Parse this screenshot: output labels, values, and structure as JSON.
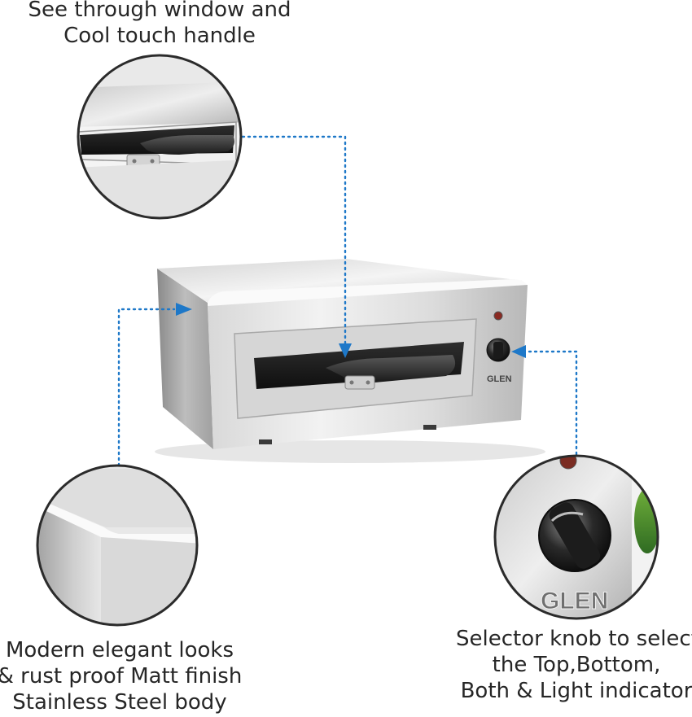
{
  "captions": {
    "window": [
      "See through window and",
      "Cool touch handle"
    ],
    "body": [
      "Modern elegant looks",
      "& rust proof Matt finish",
      "Stainless Steel body"
    ],
    "knob": [
      "Selector knob to select",
      "the Top,Bottom,",
      "Both & Light indicator"
    ]
  },
  "brand": "GLEN",
  "colors": {
    "arrow": "#1e78c8",
    "steel_light": "#e8e8e8",
    "steel_dark": "#9a9a9a",
    "window_glass": "#1c1c1c",
    "circle_border": "#2b2b2b"
  }
}
